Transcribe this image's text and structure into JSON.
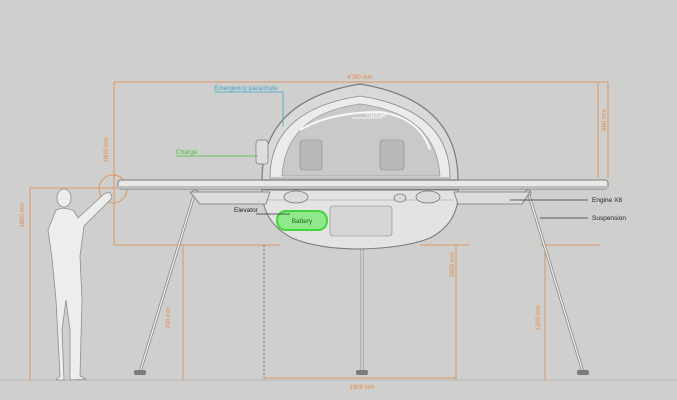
{
  "dimensions": {
    "total_width": "4780 mm",
    "dome_height": "960 mm",
    "body_height": "1600 mm",
    "human_height": "1800 mm",
    "leg_height_left": "700 mm",
    "leg_height_mid": "1600 mm",
    "leg_height_right": "1200 mm",
    "bottom_width": "1909 mm"
  },
  "labels": {
    "emergency_parachute": "Emergency parachute",
    "human": "Human",
    "charge": "Charge",
    "elevator": "Elevator",
    "battery": "Battery",
    "engine": "Engine X8",
    "suspension": "Suspension"
  },
  "colors": {
    "background": "#cfcfcd",
    "dimension": "#e2894a",
    "parachute_label": "#3ba6c9",
    "charge_label": "#46c33a",
    "battery_glow": "#44d63c"
  }
}
